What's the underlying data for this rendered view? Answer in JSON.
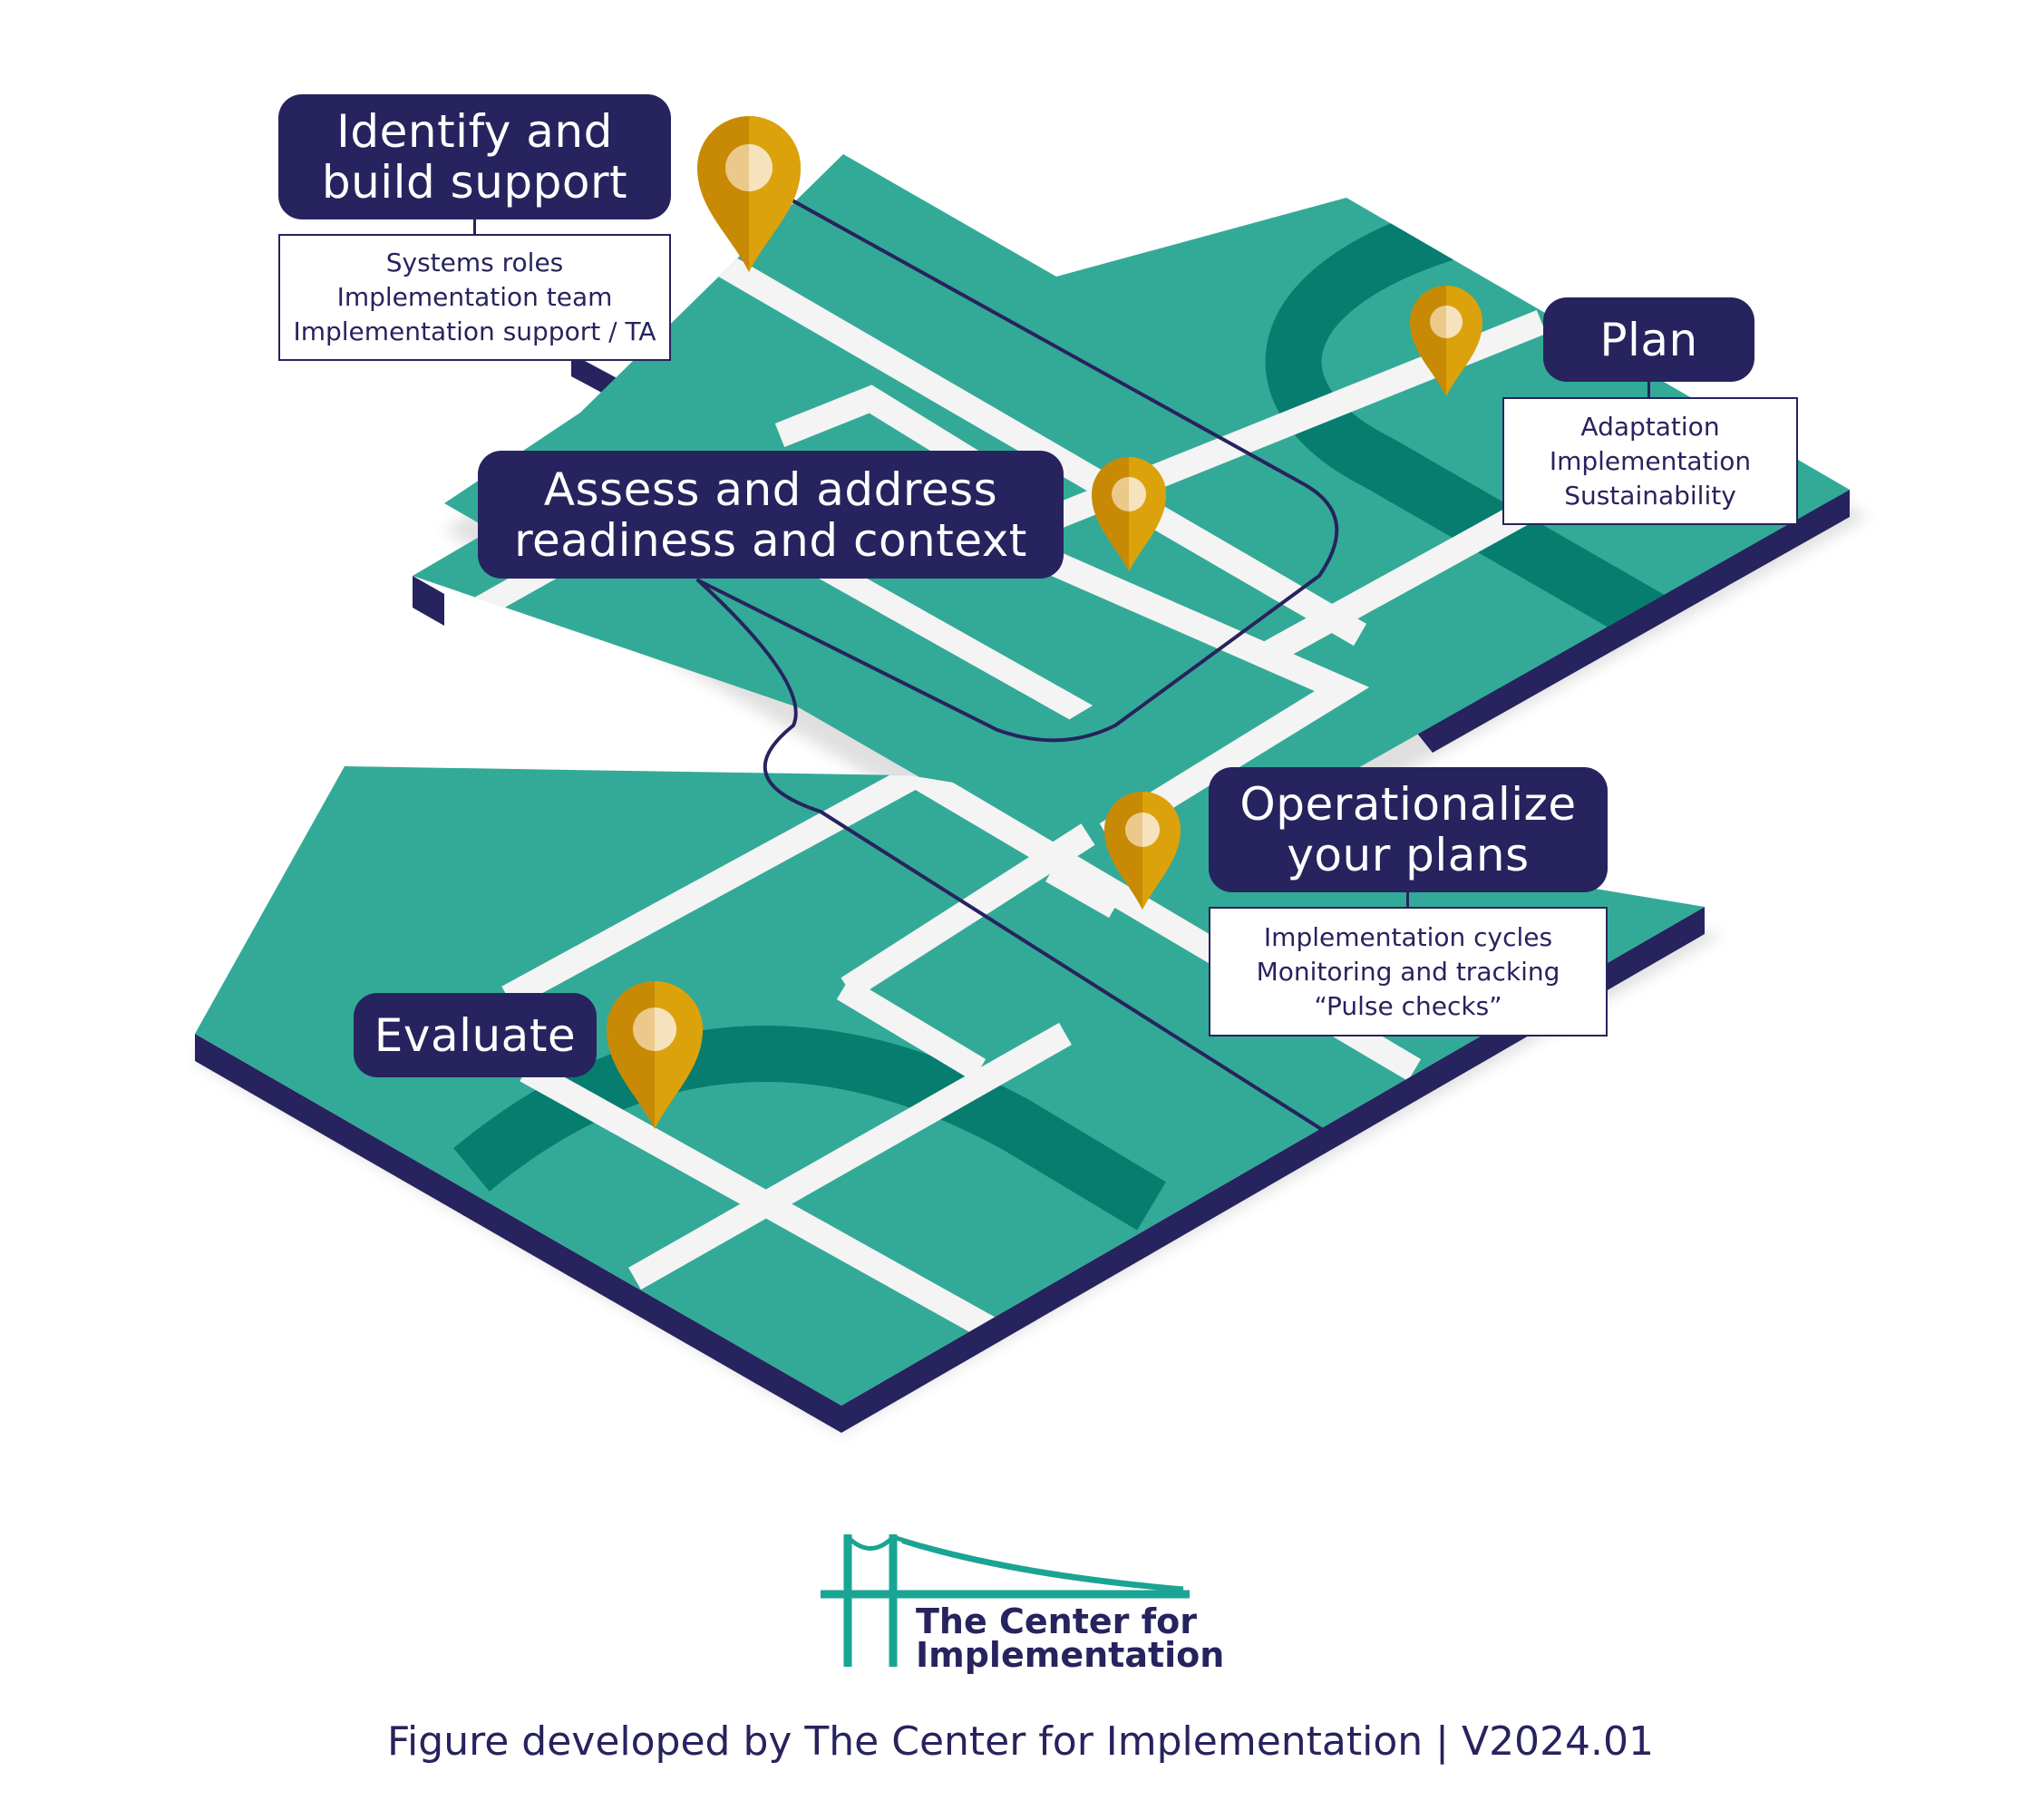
{
  "stages": {
    "identify": {
      "title": "Identify and build support",
      "items": [
        "Systems roles",
        "Implementation team",
        "Implementation support / TA"
      ]
    },
    "assess": {
      "title": "Assess and address readiness and context"
    },
    "plan": {
      "title": "Plan",
      "items": [
        "Adaptation",
        "Implementation",
        "Sustainability"
      ]
    },
    "operationalize": {
      "title": "Operationalize your plans",
      "items": [
        "Implementation cycles",
        "Monitoring and tracking",
        "“Pulse checks”"
      ]
    },
    "evaluate": {
      "title": "Evaluate"
    }
  },
  "logo": {
    "line1": "The Center for",
    "line2": "Implementation"
  },
  "credit": "Figure developed by The Center for Implementation | V2024.01",
  "colors": {
    "navy": "#27235e",
    "teal": "#33aa97",
    "dark_teal": "#077d70",
    "road": "#f4f4f4",
    "pin_gold": "#dba20b",
    "pin_dark": "#c88a05"
  }
}
